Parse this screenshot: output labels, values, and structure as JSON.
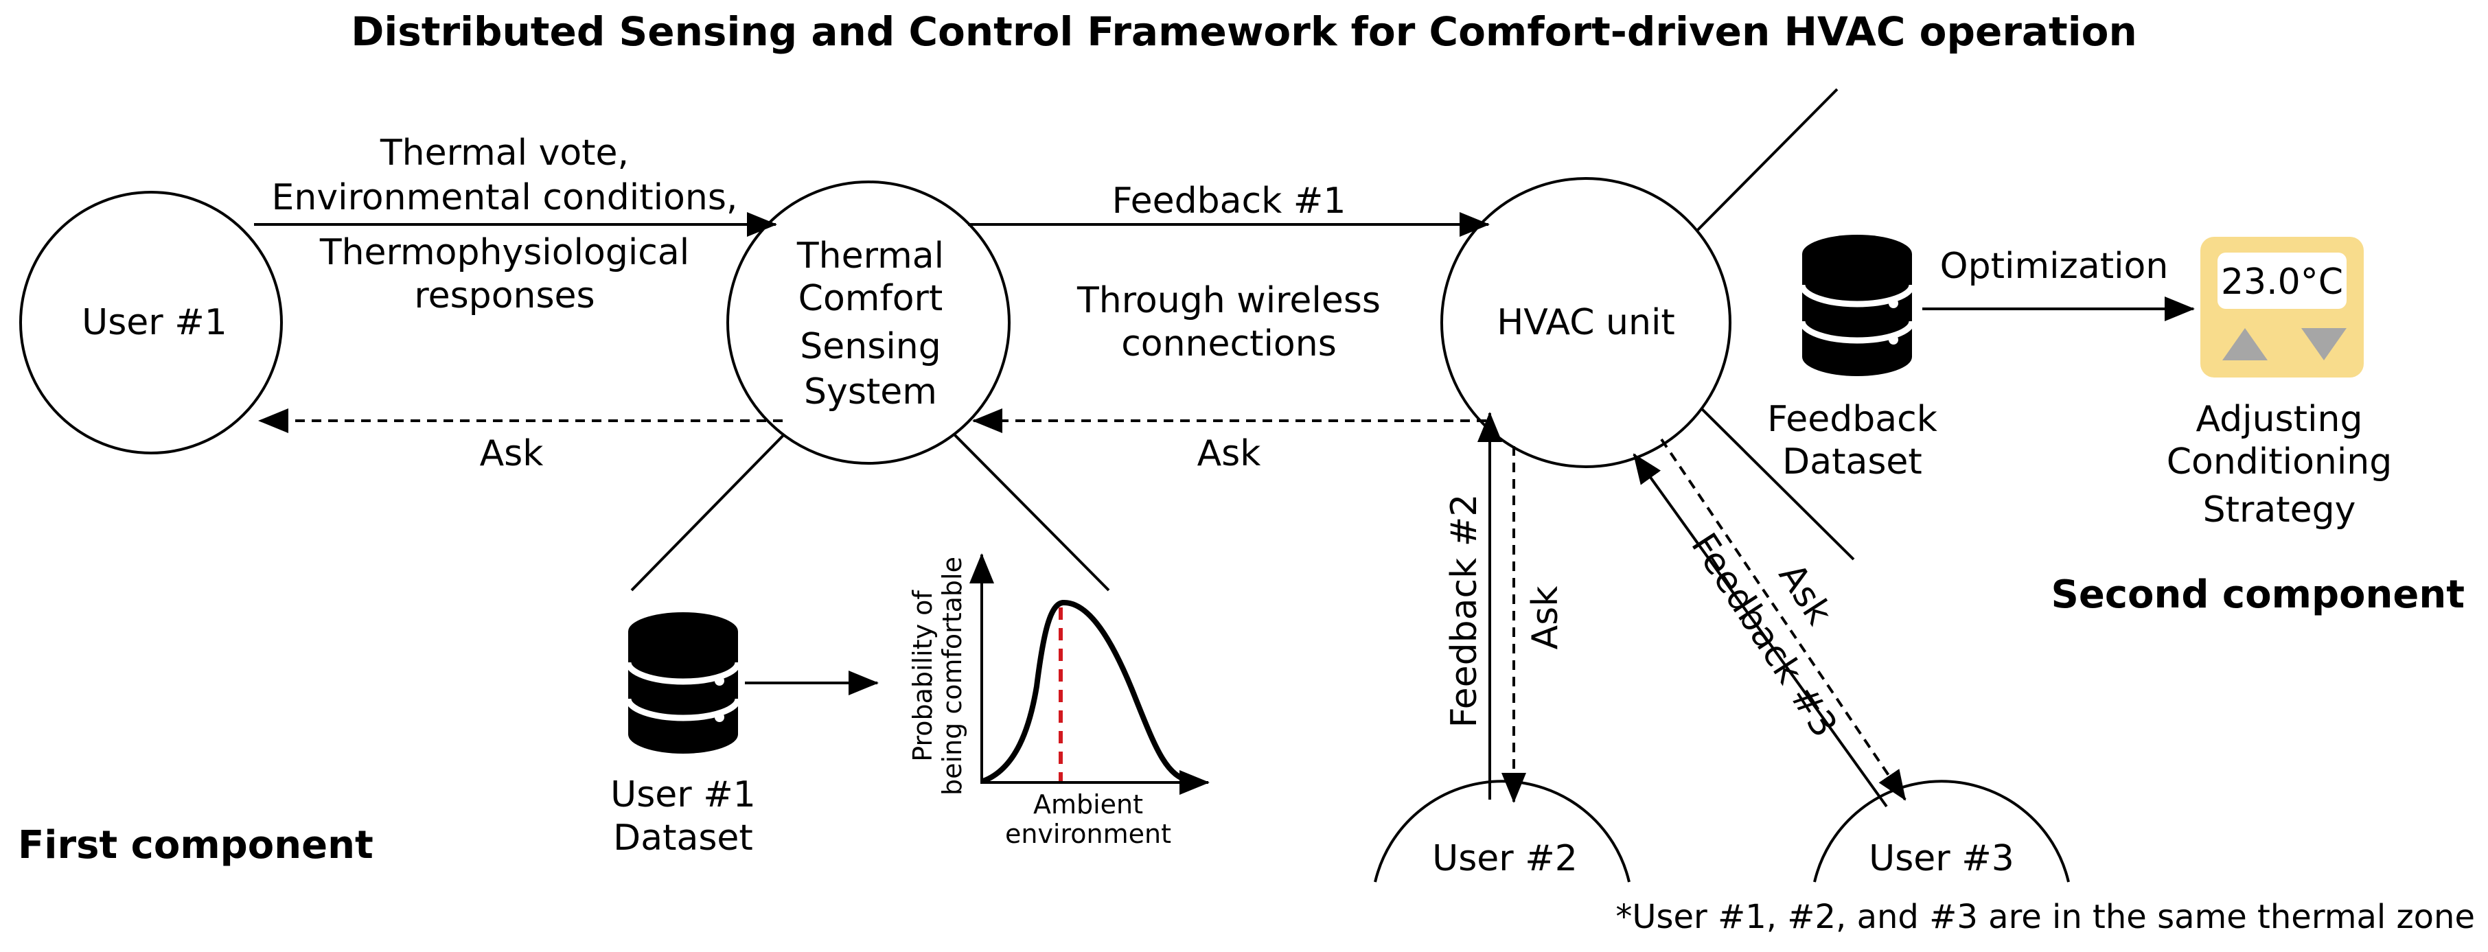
{
  "title": "Distributed Sensing and Control Framework for Comfort-driven HVAC operation",
  "nodes": {
    "user1": "User #1",
    "sensing_line1": "Thermal",
    "sensing_line2": "Comfort",
    "sensing_line3": "Sensing",
    "sensing_line4": "System",
    "hvac": "HVAC unit",
    "user2": "User #2",
    "user3": "User #3"
  },
  "edges": {
    "user1_to_sensing_line1": "Thermal vote,",
    "user1_to_sensing_line2": "Environmental conditions,",
    "user1_to_sensing_line3": "Thermophysiological",
    "user1_to_sensing_line4": "responses",
    "sensing_to_user1": "Ask",
    "feedback1": "Feedback #1",
    "wireless_line1": "Through wireless",
    "wireless_line2": "connections",
    "hvac_to_sensing": "Ask",
    "feedback2": "Feedback #2",
    "ask2": "Ask",
    "feedback3": "Feedback #3",
    "ask3": "Ask",
    "optimization": "Optimization"
  },
  "datasets": {
    "user1_line1": "User #1",
    "user1_line2": "Dataset",
    "feedback_line1": "Feedback",
    "feedback_line2": "Dataset"
  },
  "comfort_chart": {
    "ylabel_line1": "Probability of",
    "ylabel_line2": "being comfortable",
    "xlabel_line1": "Ambient",
    "xlabel_line2": "environment"
  },
  "thermostat": {
    "temperature": "23.0°C",
    "up_icon": "triangle-up",
    "down_icon": "triangle-down",
    "color": "#f8dc8c"
  },
  "strategy": {
    "line1": "Adjusting",
    "line2": "Conditioning",
    "line3": "Strategy"
  },
  "components": {
    "first": "First component",
    "second": "Second component"
  },
  "footnote": "*User #1, #2, and #3 are in the same thermal zone",
  "colors": {
    "peak_line": "#d2191f",
    "thermostat_bg": "#f8dc8c",
    "thermostat_arrows": "#a6a6a6"
  }
}
